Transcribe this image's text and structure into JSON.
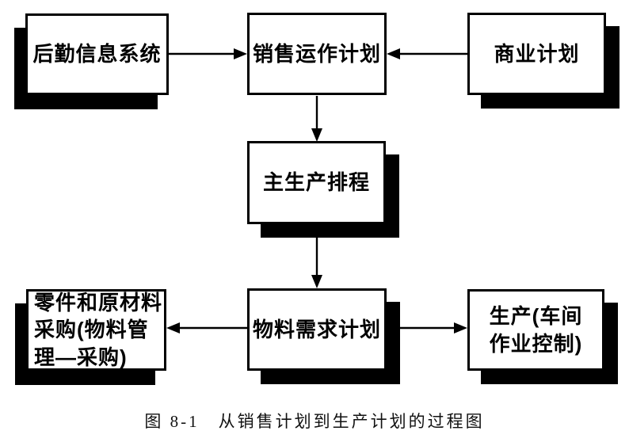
{
  "diagram": {
    "nodes": {
      "logistics": {
        "label": "后勤信息系统"
      },
      "sales_ops": {
        "label": "销售运作计划"
      },
      "business_plan": {
        "label": "商业计划"
      },
      "master_schedule": {
        "label": "主生产排程"
      },
      "materials_purchasing": {
        "label": "零件和原材料\n采购(物料管\n理—采购)"
      },
      "mrp": {
        "label": "物料需求计划"
      },
      "production": {
        "label": "生产(车间\n作业控制)"
      }
    },
    "edges": [
      {
        "from": "后勤信息系统",
        "to": "销售运作计划"
      },
      {
        "from": "商业计划",
        "to": "销售运作计划"
      },
      {
        "from": "销售运作计划",
        "to": "主生产排程"
      },
      {
        "from": "主生产排程",
        "to": "物料需求计划"
      },
      {
        "from": "物料需求计划",
        "to": "零件和原材料采购(物料管理—采购)"
      },
      {
        "from": "物料需求计划",
        "to": "生产(车间作业控制)"
      }
    ],
    "caption": "图 8-1　从销售计划到生产计划的过程图",
    "colors": {
      "line": "#000000",
      "box_fill": "#ffffff",
      "box_border": "#000000",
      "shadow": "#000000",
      "text": "#000000",
      "background": "#ffffff"
    }
  }
}
